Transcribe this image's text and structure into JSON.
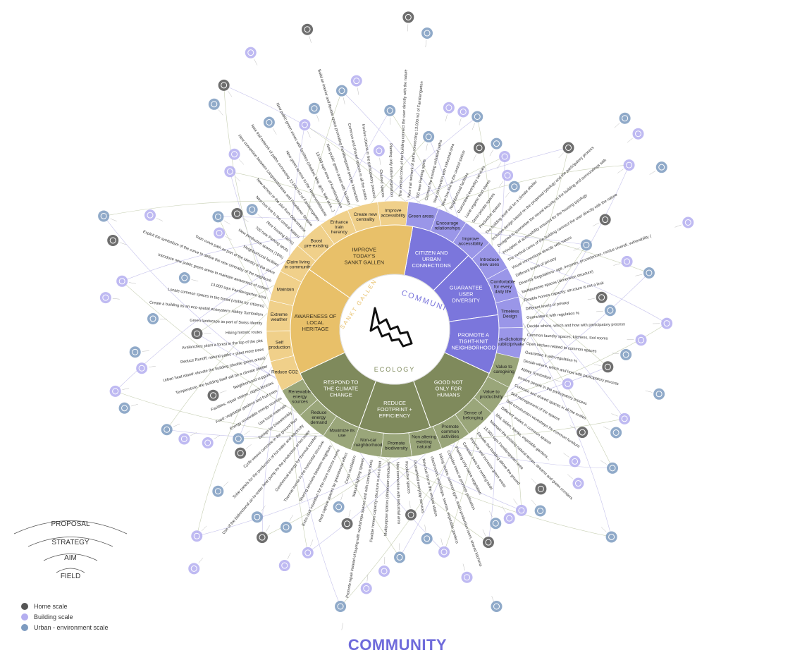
{
  "colors": {
    "field_community": "#9a96e8",
    "field_heritage": "#f0d08a",
    "field_ecology": "#9aa67a",
    "aim_community": "#7b76dc",
    "aim_heritage": "#e8c069",
    "aim_ecology": "#7f8a5c",
    "home_scale": "#555555",
    "building_scale": "#b4aef0",
    "urban_scale": "#7d9bc0",
    "title": "#6f6bdb"
  },
  "center": {
    "labels": [
      "COMMUNITY",
      "ECOLOGY",
      "SANKT GALLEN"
    ]
  },
  "aims": [
    {
      "label": "CITIZEN AND URBAN CONNECTIONS",
      "group": "community"
    },
    {
      "label": "GUARANTEE USER DIVERSITY",
      "group": "community"
    },
    {
      "label": "PROMOTE A TIGHT-KNIT NEIGHBORHOOD",
      "group": "community"
    },
    {
      "label": "GOOD NOT ONLY FOR HUMANS",
      "group": "ecology"
    },
    {
      "label": "REDUCE FOOTPRINT + EFFICIENCY",
      "group": "ecology"
    },
    {
      "label": "RESPOND TO THE CLIMATE CHANGE",
      "group": "ecology"
    },
    {
      "label": "AWARENESS OF LOCAL HERITAGE",
      "group": "heritage"
    },
    {
      "label": "IMPROVE TODAY'S SANKT GALLEN",
      "group": "heritage"
    }
  ],
  "strategies": [
    "Encourage relationships",
    "Improve accessibility",
    "Introduce new uses",
    "Comfortable for every daily life",
    "Timeless Design",
    "Non-dichotomy public/private",
    "Value to caregiving",
    "Value to productivity",
    "Sense of belonging",
    "Promote common activities",
    "Non altering existing natural environment",
    "Promote biodiversity",
    "Non-car neighborhood",
    "Maximize its use",
    "Reduce energy demand",
    "Renewable energy sources",
    "Reduce CO2 e",
    "Self production",
    "Extreme weather",
    "Maintain",
    "Claim living in community",
    "Boost pre-existing",
    "Enhance train herency",
    "Create new centrality",
    "Improve accessibility",
    "Green areas"
  ],
  "proposals": [
    "700 new Parking spots",
    "Connect the existing unlinked paths",
    "New connection with industrial area",
    "New bus line to the central station",
    "Neighborhood facilities",
    "Guaranteed everyday services",
    "Local organic food stores",
    "Semi-private spaces",
    "Productive spaces",
    "The building itself will be a climate shelter",
    "Inclusive design based on the proposed typology and the participatory process",
    "Designed to guarantee the neural security in the building and surroundings with visual connections (home-common spaces-street)",
    "Principles of accessibility ensured for the housing typology",
    "The vertical cores of the building connect the user directly with the nature",
    "Visual connections directly with nature",
    "Different levels of privacy",
    "Diversity Regulations: age, incomes, procedences, modus vivendi, vulnerability (%)",
    "Multipurpose spaces (dimension structure)",
    "Flexible homes capacity: structure is not a limit",
    "Different levels of privacy",
    "Guarantee it with regulation %",
    "Decide where, which and how with participatory process",
    "Common laundry spaces, kitchens, tool rooms",
    "Open kitchen related to common spaces",
    "Guarantee it with regulation %",
    "Decide where, which and how with participatory process",
    "Abbey Symbolism",
    "Involve people in the participatory process",
    "Common and shared spaces in all the scales",
    "Self management of the spaces",
    "Self construction workshops for common furniture",
    "Different scales in common spaces",
    "bbq, tables, banks, vegetable gardens...",
    "Maintain the existing natural terrain, streams and green corridors",
    "13.000 sqm Familiengarten area",
    "Elevate the building above the ground",
    "Improve and increase green areas",
    "Consider trees for nesting birds",
    "Planting only native vegetation",
    "Consider trees to promote pollination",
    "hiking routes, common gym, audio-production room, shared kitchens",
    "classrooms, workshops, saunas, vegetable gardens",
    "New bus line to the central station",
    "Guaranteed everyday services",
    "Productive spaces",
    "New connection with industrial area",
    "Multipurpose spaces (dimension structure)",
    "Flexible homes capacity: structure is not a limit",
    "Promote repair instead of buying with workshops spaces and with common tools",
    "Natural lighting spaces",
    "Cross ventilation",
    "Heat capture spaces by greenhouse effect",
    "Extra cork insulation for the more exterior rooms",
    "Sharing services between neighbors",
    "Thermal inertia in the horizontal structure",
    "Geothermal energy for thermal comfort",
    "Use of the bidirectional air-to-water heat pump for the production of hot water and electricity",
    "Solar panels for the production of hot water and electricity",
    "Cycle-weave concrete in the ground floor",
    "Design for Disassembly",
    "Use local materials",
    "Energy renewable energy sources",
    "Food: vegetable gardens and fruit trees",
    "Facilities: repair station, object libraries",
    "Neighborhood support",
    "Temperature: the building itself will be a climate shelter",
    "Urban heat island: elevate the building (double green areas)",
    "Reduce Runoff: natural paths + plant more trees",
    "Avalanches: plant a forest in the top of the plot",
    "Hiking historic routes",
    "Green landscape as part of Swiss identity",
    "Create a building as an eco-spatial ecosystem: Abbey Symbolism",
    "Locate common spaces in the faced (visible for citizens)",
    "13.000 sqm Familiengarten area",
    "Introduce new public green areas to maintain awareness of nature",
    "Exploit the symbolism of the curve to define the new centrality of the neighborhood",
    "Train curve path as part of the identity of the place",
    "Neighborhood facilities",
    "New productive spaces (10%)",
    "700 new Parking spots",
    "New housing (60%)",
    "New bus line to the central station",
    "New access to the plot from Oberstrasse",
    "New connection between Langweidstrasse and Fesellener Strasse",
    "New trail network of paths connecting 13.000 m2 of Familiengarten",
    "New green access to the Hinterweidstrasse",
    "New public green zones with facilities (shadow, bbq, gym, kids area...)",
    "13.000 sqm area of Familiengarten",
    "New public green areas with facilities",
    "Build an interior and flexible space promoting Familiengarten people interaction",
    "Common and shared spaces in all the scales",
    "Involve citizens in the participatory process",
    "Charred spaces",
    "Planting only native vegetation",
    "The vertical cores of the building connect the user directly with the nature",
    "New trail network of paths connecting 13.000 m2 of Familiengarten"
  ],
  "key": {
    "proposal": "PROPOSAL",
    "strategy": "STRATEGY",
    "aim": "AIM",
    "field": "FIELD"
  },
  "legend": [
    {
      "label": "Home scale",
      "color": "#555555"
    },
    {
      "label": "Building scale",
      "color": "#b4aef0"
    },
    {
      "label": "Urban - environment scale",
      "color": "#7d9bc0"
    }
  ],
  "footer_title": "COMMUNITY"
}
